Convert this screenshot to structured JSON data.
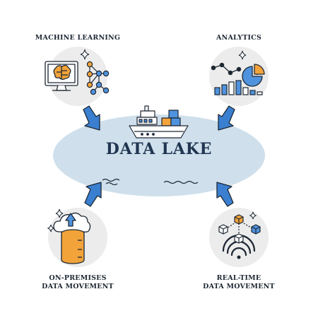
{
  "title": "DATA LAKE",
  "nodes": [
    {
      "id": "ml",
      "label_lines": [
        "MACHINE LEARNING"
      ],
      "icon": "brain-monitor-with-node-tree"
    },
    {
      "id": "analytics",
      "label_lines": [
        "ANALYTICS"
      ],
      "icon": "line-bar-pie-charts"
    },
    {
      "id": "onprem",
      "label_lines": [
        "ON-PREMISES",
        "DATA MOVEMENT"
      ],
      "icon": "cloud-upload-server-stack"
    },
    {
      "id": "realtime",
      "label_lines": [
        "REAL-TIME",
        "DATA MOVEMENT"
      ],
      "icon": "wireless-signal-with-cubes"
    }
  ],
  "colors": {
    "lake_fill": "#cfe0ec",
    "circle_fill": "#ececec",
    "arrow_fill": "#3a7fd0",
    "accent_blue": "#4f93de",
    "accent_orange": "#f2a33a",
    "outline": "#1d2733"
  }
}
